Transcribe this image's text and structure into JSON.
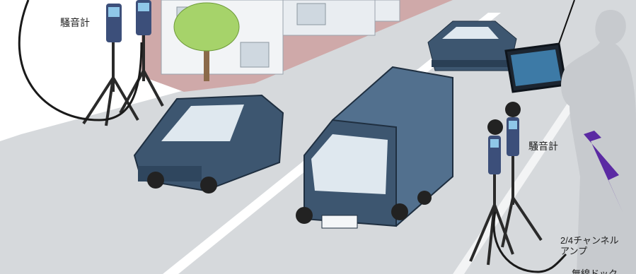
{
  "labels": {
    "sound_meter_1": "騒音計",
    "sound_meter_2": "騒音計",
    "amplifier_line1": "2/4チャンネル",
    "amplifier_line2": "アンプ",
    "wireless_dock": "無線ドック"
  },
  "colors": {
    "road": "#d6d9dc",
    "lane_marking": "#ffffff",
    "sidewalk": "#c9a3a3",
    "vehicle_body": "#3d5670",
    "vehicle_window": "#dfe8ef",
    "building": "#f2f4f6",
    "tree": "#a6d36a",
    "person_silhouette": "#c7cace",
    "lightning": "#5b2aa3"
  },
  "icons": [
    "sound-level-meter-icon",
    "tripod-icon",
    "car-icon",
    "truck-icon",
    "tablet-icon",
    "person-silhouette-icon",
    "lightning-bolt-icon",
    "tree-icon",
    "house-icon"
  ]
}
